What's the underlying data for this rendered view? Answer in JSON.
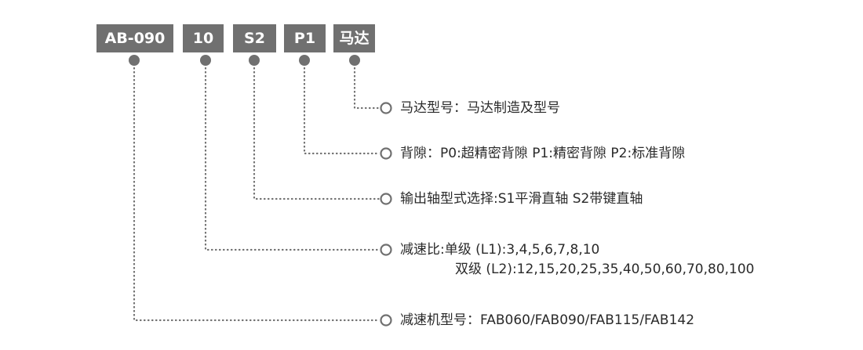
{
  "codes": {
    "model": "AB-090",
    "ratio": "10",
    "shaft": "S2",
    "backlash": "P1",
    "motor": "马达"
  },
  "descriptions": {
    "motor": "马达型号：马达制造及型号",
    "backlash": "背隙：P0:超精密背隙   P1:精密背隙   P2:标准背隙",
    "shaft": "输出轴型式选择:S1平滑直轴  S2带键直轴",
    "ratio_l1": "减速比:单级 (L1):3,4,5,6,7,8,10",
    "ratio_l2": "双级 (L2):12,15,20,25,35,40,50,60,70,80,100",
    "model": "减速机型号：FAB060/FAB090/FAB115/FAB142"
  },
  "colors": {
    "box": "#707070",
    "box_text": "#ffffff",
    "line": "#707070",
    "text": "#2a2a2a"
  }
}
